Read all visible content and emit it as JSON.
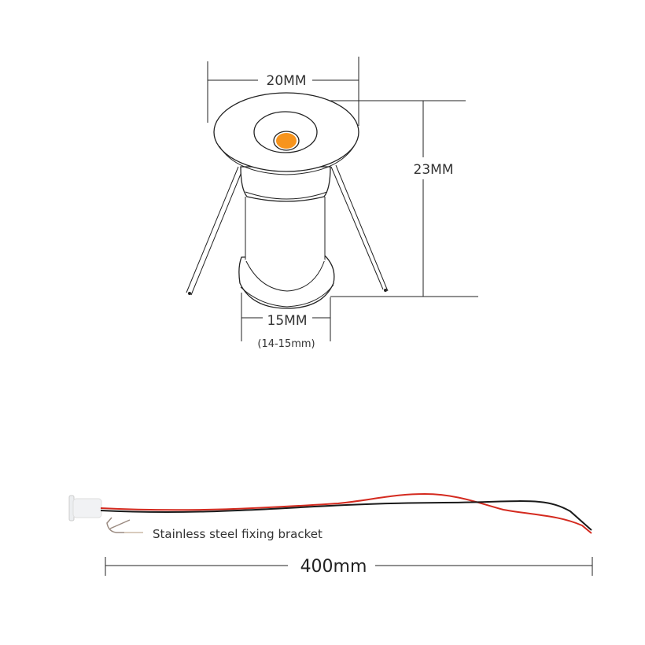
{
  "dimensions": {
    "top_width": "20MM",
    "height": "23MM",
    "bottom_width": "15MM",
    "bottom_width_range": "(14-15mm)",
    "cable_length": "400mm"
  },
  "labels": {
    "bracket": "Stainless steel fixing bracket"
  },
  "colors": {
    "led": "#f7941d",
    "wire_red": "#d42a1f",
    "wire_black": "#1a1a1a"
  }
}
